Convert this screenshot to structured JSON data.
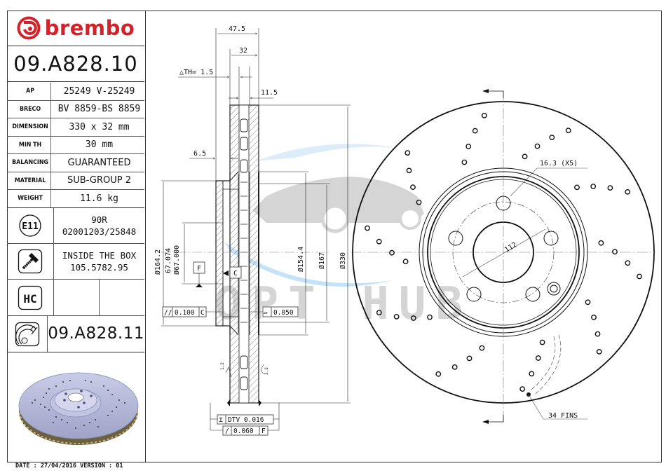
{
  "brand": {
    "name": "brembo",
    "color": "#d2232a"
  },
  "part_number": "09.A828.10",
  "specs": [
    {
      "key": "AP",
      "value": "25249 V-25249"
    },
    {
      "key": "BRECO",
      "value": "BV 8859-BS 8859"
    },
    {
      "key": "DIMENSION",
      "value": "330 x 32 mm"
    },
    {
      "key": "MIN TH",
      "value": "30 mm"
    },
    {
      "key": "BALANCING",
      "value": "GUARANTEED"
    },
    {
      "key": "MATERIAL",
      "value": "SUB-GROUP 2"
    },
    {
      "key": "WEIGHT",
      "value": "11.6 kg"
    }
  ],
  "homologation": {
    "icon": "e11-mark-icon",
    "label": "E11",
    "line1": "90R",
    "line2": "02001203/25848"
  },
  "screw": {
    "icon": "screw-icon",
    "line1": "INSIDE THE BOX",
    "line2": "105.5782.95"
  },
  "hc": {
    "icon": "hc-badge-icon",
    "label": "HC"
  },
  "alt_part": {
    "icon": "brake-disc-caliper-icon",
    "value": "09.A828.11"
  },
  "footer": {
    "text": "DATE : 27/04/2016 VERSION : 01"
  },
  "watermark": {
    "text": "OPT HUB"
  },
  "section_view": {
    "dims": {
      "overall_height": "47.5",
      "thickness": "32",
      "delta_th": "△TH= 1.5",
      "vent_offset": "11.5",
      "hat_offset": "6.5",
      "d_164": "Ø164.2",
      "d_67_max": "67.074",
      "d_67_min": "Ø67.000",
      "d_154": "Ø154.4",
      "d_167": "Ø167",
      "d_330": "Ø330"
    },
    "datum_f": "F",
    "datum_c": "C",
    "tol_parallel": {
      "symbol": "//",
      "value": "0.100",
      "ref": "C"
    },
    "tol_flatness": {
      "symbol": "▱",
      "value": "0.050"
    },
    "tol_dtv": {
      "symbol": "⌶",
      "value": "DTV 0.016"
    },
    "tol_runout": {
      "symbol": "/",
      "value": "0.060",
      "ref": "F"
    },
    "roughness_left": "1.2",
    "roughness_right": "3.2"
  },
  "front_view": {
    "bolt_hole_label": "16.3 (X5)",
    "pcd_label": "112",
    "fins_label": "34 FINS"
  }
}
